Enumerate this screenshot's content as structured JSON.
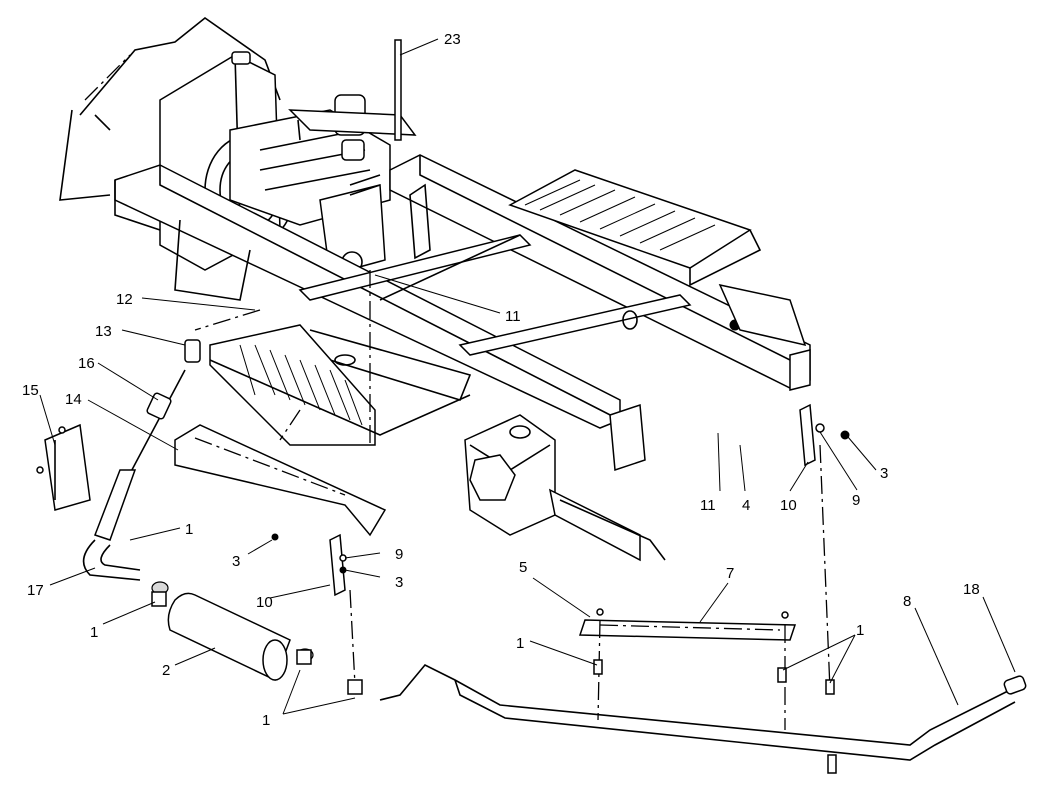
{
  "callouts": [
    "23",
    "12",
    "11",
    "13",
    "16",
    "15",
    "14",
    "1",
    "3",
    "9",
    "3",
    "10",
    "17",
    "1",
    "2",
    "1",
    "11",
    "4",
    "10",
    "9",
    "3",
    "5",
    "7",
    "1",
    "1",
    "8",
    "18"
  ]
}
